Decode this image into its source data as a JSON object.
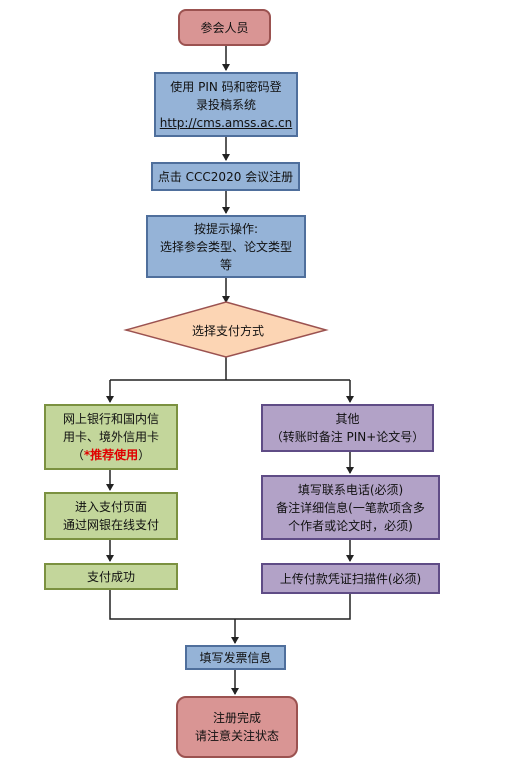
{
  "colors": {
    "start_end": "#d99594",
    "process": "#95b3d7",
    "decision": "#fcd5b4",
    "online_path": "#c3d69b",
    "other_path": "#b2a2c7",
    "recommend_text": "#e00000"
  },
  "start": {
    "label": "参会人员"
  },
  "login": {
    "line1": "使用 PIN 码和密码登",
    "line2": "录投稿系统",
    "url": "http://cms.amss.ac.cn"
  },
  "register": {
    "label": "点击 CCC2020 会议注册"
  },
  "instructions": {
    "line1": "按提示操作:",
    "line2": "选择参会类型、论文类型",
    "line3": "等"
  },
  "decision": {
    "label": "选择支付方式"
  },
  "online": {
    "method_line1": "网上银行和国内信",
    "method_line2": "用卡、境外信用卡",
    "recommend_open": "（",
    "recommend": "*推荐使用",
    "recommend_close": "）",
    "pay_line1": "进入支付页面",
    "pay_line2": "通过网银在线支付",
    "success": "支付成功"
  },
  "other": {
    "title": "其他",
    "note": "（转账时备注 PIN+论文号）",
    "phone_line1": "填写联系电话(必须)",
    "phone_line2": "备注详细信息(一笔款项含多",
    "phone_line3": "个作者或论文时，必须)",
    "upload": "上传付款凭证扫描件(必须)"
  },
  "invoice": {
    "label": "填写发票信息"
  },
  "end": {
    "line1": "注册完成",
    "line2": "请注意关注状态"
  }
}
